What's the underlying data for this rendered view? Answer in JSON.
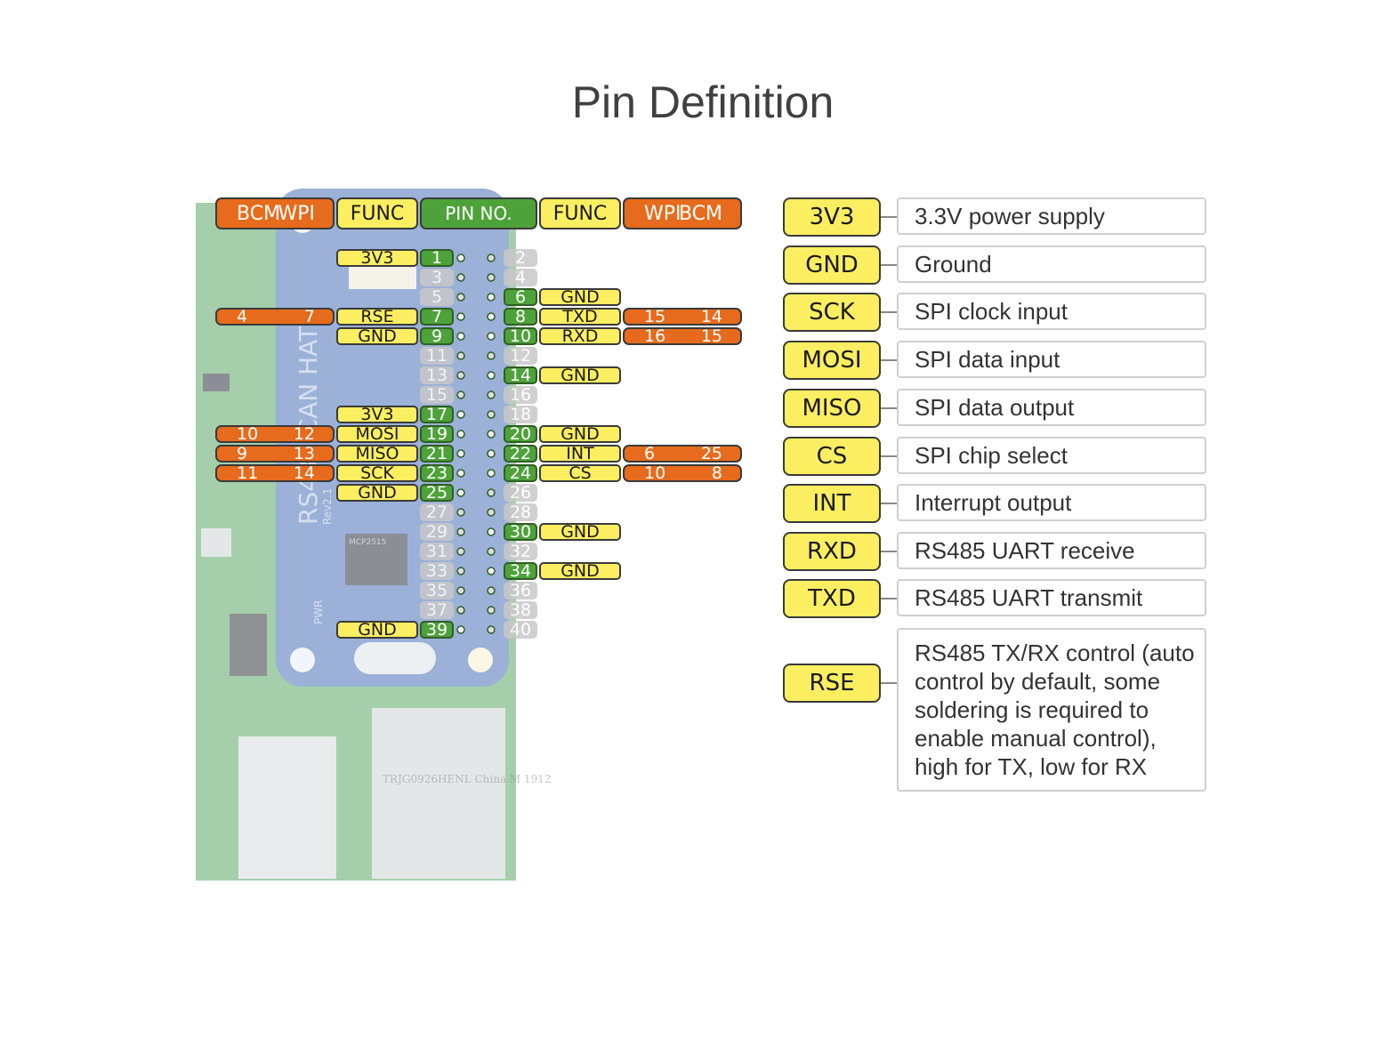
{
  "title": "Pin Definition",
  "header": {
    "left_bcm": "BCM",
    "left_wpi": "WPI",
    "left_func": "FUNC",
    "pin_no": "PIN NO.",
    "right_func": "FUNC",
    "right_wpi": "WPI",
    "right_bcm": "BCM"
  },
  "left_pins": [
    {
      "pin": "1",
      "func": "3V3",
      "bcm": "",
      "wpi": "",
      "active": true
    },
    {
      "pin": "3",
      "func": "",
      "bcm": "",
      "wpi": "",
      "active": false
    },
    {
      "pin": "5",
      "func": "",
      "bcm": "",
      "wpi": "",
      "active": false
    },
    {
      "pin": "7",
      "func": "RSE",
      "bcm": "4",
      "wpi": "7",
      "active": true
    },
    {
      "pin": "9",
      "func": "GND",
      "bcm": "",
      "wpi": "",
      "active": true
    },
    {
      "pin": "11",
      "func": "",
      "bcm": "",
      "wpi": "",
      "active": false
    },
    {
      "pin": "13",
      "func": "",
      "bcm": "",
      "wpi": "",
      "active": false
    },
    {
      "pin": "15",
      "func": "",
      "bcm": "",
      "wpi": "",
      "active": false
    },
    {
      "pin": "17",
      "func": "3V3",
      "bcm": "",
      "wpi": "",
      "active": true
    },
    {
      "pin": "19",
      "func": "MOSI",
      "bcm": "10",
      "wpi": "12",
      "active": true
    },
    {
      "pin": "21",
      "func": "MISO",
      "bcm": "9",
      "wpi": "13",
      "active": true
    },
    {
      "pin": "23",
      "func": "SCK",
      "bcm": "11",
      "wpi": "14",
      "active": true
    },
    {
      "pin": "25",
      "func": "GND",
      "bcm": "",
      "wpi": "",
      "active": true
    },
    {
      "pin": "27",
      "func": "",
      "bcm": "",
      "wpi": "",
      "active": false
    },
    {
      "pin": "29",
      "func": "",
      "bcm": "",
      "wpi": "",
      "active": false
    },
    {
      "pin": "31",
      "func": "",
      "bcm": "",
      "wpi": "",
      "active": false
    },
    {
      "pin": "33",
      "func": "",
      "bcm": "",
      "wpi": "",
      "active": false
    },
    {
      "pin": "35",
      "func": "",
      "bcm": "",
      "wpi": "",
      "active": false
    },
    {
      "pin": "37",
      "func": "",
      "bcm": "",
      "wpi": "",
      "active": false
    },
    {
      "pin": "39",
      "func": "GND",
      "bcm": "",
      "wpi": "",
      "active": true
    }
  ],
  "right_pins": [
    {
      "pin": "2",
      "func": "",
      "wpi": "",
      "bcm": "",
      "active": false
    },
    {
      "pin": "4",
      "func": "",
      "wpi": "",
      "bcm": "",
      "active": false
    },
    {
      "pin": "6",
      "func": "GND",
      "wpi": "",
      "bcm": "",
      "active": true
    },
    {
      "pin": "8",
      "func": "TXD",
      "wpi": "15",
      "bcm": "14",
      "active": true
    },
    {
      "pin": "10",
      "func": "RXD",
      "wpi": "16",
      "bcm": "15",
      "active": true
    },
    {
      "pin": "12",
      "func": "",
      "wpi": "",
      "bcm": "",
      "active": false
    },
    {
      "pin": "14",
      "func": "GND",
      "wpi": "",
      "bcm": "",
      "active": true
    },
    {
      "pin": "16",
      "func": "",
      "wpi": "",
      "bcm": "",
      "active": false
    },
    {
      "pin": "18",
      "func": "",
      "wpi": "",
      "bcm": "",
      "active": false
    },
    {
      "pin": "20",
      "func": "GND",
      "wpi": "",
      "bcm": "",
      "active": true
    },
    {
      "pin": "22",
      "func": "INT",
      "wpi": "6",
      "bcm": "25",
      "active": true
    },
    {
      "pin": "24",
      "func": "CS",
      "wpi": "10",
      "bcm": "8",
      "active": true
    },
    {
      "pin": "26",
      "func": "",
      "wpi": "",
      "bcm": "",
      "active": false
    },
    {
      "pin": "28",
      "func": "",
      "wpi": "",
      "bcm": "",
      "active": false
    },
    {
      "pin": "30",
      "func": "GND",
      "wpi": "",
      "bcm": "",
      "active": true
    },
    {
      "pin": "32",
      "func": "",
      "wpi": "",
      "bcm": "",
      "active": false
    },
    {
      "pin": "34",
      "func": "GND",
      "wpi": "",
      "bcm": "",
      "active": true
    },
    {
      "pin": "36",
      "func": "",
      "wpi": "",
      "bcm": "",
      "active": false
    },
    {
      "pin": "38",
      "func": "",
      "wpi": "",
      "bcm": "",
      "active": false
    },
    {
      "pin": "40",
      "func": "",
      "wpi": "",
      "bcm": "",
      "active": false
    }
  ],
  "board_text": {
    "hat": "RS485 CAN HAT",
    "rev": "Rev2.1",
    "pwr": "PWR",
    "chip": "MCP2515",
    "jack": "TRJG0926HENL China M 1912"
  },
  "legend": [
    {
      "name": "3V3",
      "desc": "3.3V power supply"
    },
    {
      "name": "GND",
      "desc": "Ground"
    },
    {
      "name": "SCK",
      "desc": "SPI clock input"
    },
    {
      "name": "MOSI",
      "desc": "SPI data input"
    },
    {
      "name": "MISO",
      "desc": "SPI data output"
    },
    {
      "name": "CS",
      "desc": "SPI chip select"
    },
    {
      "name": "INT",
      "desc": "Interrupt output"
    },
    {
      "name": "RXD",
      "desc": "RS485 UART receive"
    },
    {
      "name": "TXD",
      "desc": "RS485 UART transmit"
    },
    {
      "name": "RSE",
      "desc": "RS485 TX/RX control (auto\ncontrol by default, some\nsoldering is required to\nenable manual control),\nhigh for TX, low for RX"
    }
  ],
  "colors": {
    "orange": "#e76b1c",
    "yellow": "#fbee61",
    "green": "#4ea23a",
    "gray": "#c8c8c8",
    "board_green": "#5aa865",
    "hat_blue": "#4a72b8"
  }
}
